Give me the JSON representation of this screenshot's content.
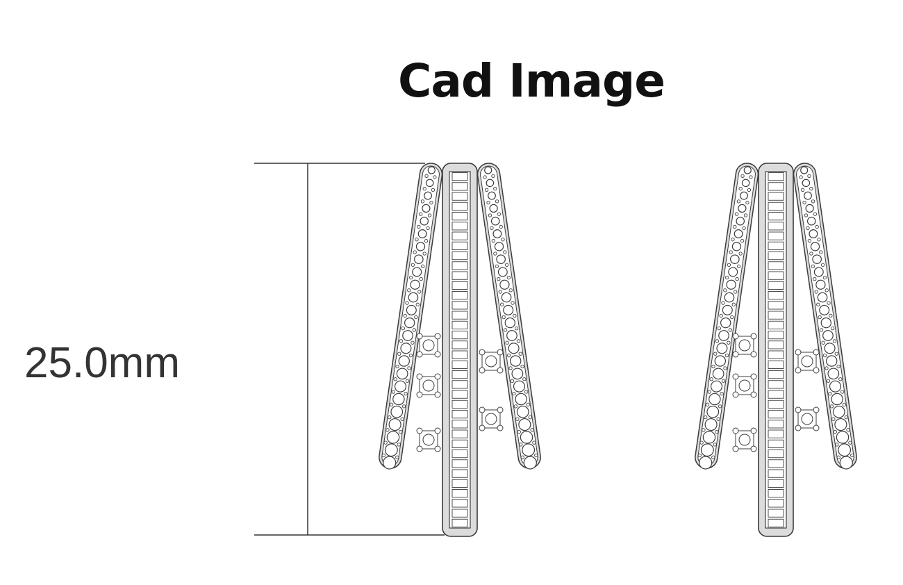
{
  "title": "Cad Image",
  "dimension": {
    "label": "25.0mm"
  },
  "colors": {
    "line": "#3c3c3c",
    "metal": "#dcdcdc",
    "dimension_line": "#333333",
    "text": "#111111"
  },
  "drawing": {
    "views": [
      "front-earring",
      "rear-earring"
    ],
    "center_bar": {
      "stone": "baguette",
      "count": 36
    },
    "side_bars": {
      "stone": "round-pave",
      "per_bar": 24
    },
    "floating_clusters": {
      "stone": "round",
      "per_cluster": 4
    }
  }
}
